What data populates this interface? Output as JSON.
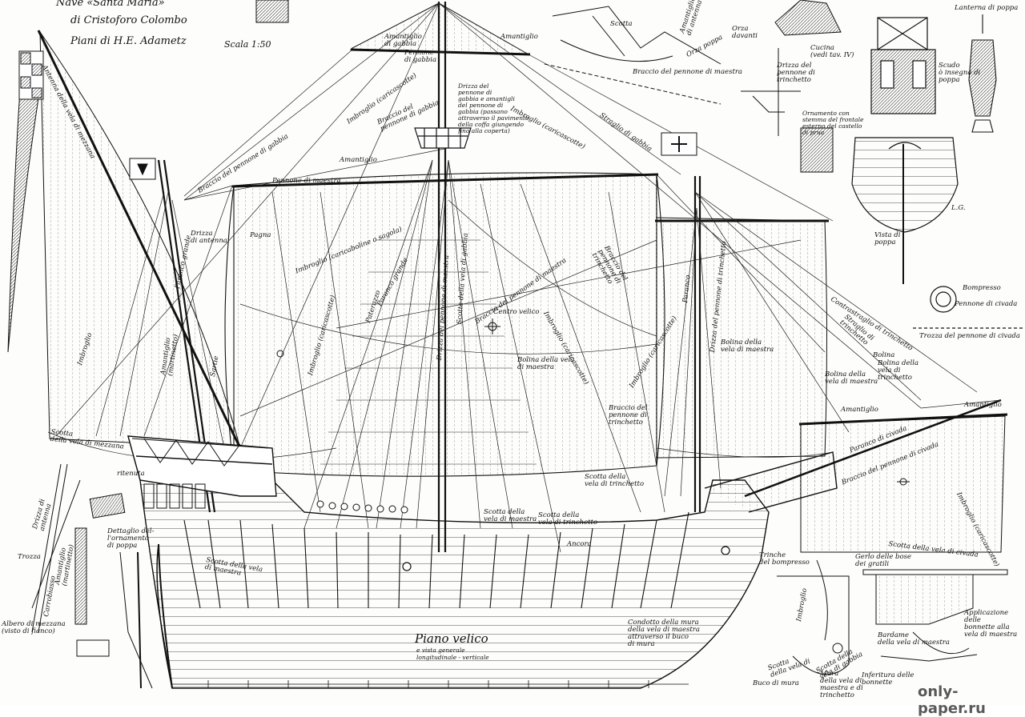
{
  "header": {
    "ship_name": "Nave «Santa Maria»",
    "author_line": "di Cristoforo Colombo",
    "plans_line": "Piani di H.E. Adametz",
    "scale": "Scala 1:50"
  },
  "main": {
    "title": "Piano velico",
    "subtitle": "e vista generale\nlongitudinale - verticale"
  },
  "labels": {
    "amantiglio_gabbia": "Amantiglio\ndi gabbia",
    "pennone_gabbia": "Pennone\ndi gabbia",
    "amantiglio_top": "Amantiglio",
    "imbroglio_carica_gabbia": "Imbroglio (caricascotte)",
    "braccio_pennone_gabbia_a": "Braccio del\npennone di gabbia",
    "drizza_pennone_gabbia": "Drizza del\npennone di\ngabbia e amantigli\ndel pennone di\ngabbia (passano\nattraverso il pavimento\ndella coffa giungendo\nfino alla coperta)",
    "imbroglio_carica_right": "Imbroglio (caricascotte)",
    "straglio_gabbia": "Straglio di gabbia",
    "antenna_vela_mezzana": "Antenna della vela di mezzana",
    "braccio_pennone_gabbia_b": "Braccio del pennone di gabbia",
    "amantiglio_mid": "Amantiglio",
    "pennone_maestra": "Pennone di maestra",
    "drizza_antenna": "Drizza\ndi antenna",
    "paranco_grande": "Paranco grande",
    "pagna": "Pagna",
    "imbroglio_carica_sx": "Imbroglio (caricaboline o sagola)",
    "imbroglio_left": "Imbroglio",
    "amantiglio_martinetto": "Amantiglio\n(martinetto)",
    "sartie": "Sartie",
    "imbroglio_carica_low": "Imbroglio (caricascotte)",
    "paterazzo": "Paterazzo",
    "paranco_grande_b": "Paranco grande",
    "drizza_pennone_maestra": "Drizza del pennone di maestra",
    "scotta_vela_gabbia": "Scotta della vela di gabbia",
    "braccio_pennone_maestra_a": "Braccio del pennone di maestra",
    "centro_velico": "Centro velico",
    "bolina_vela_maestra": "Bolina della vela\ndi maestra",
    "imbroglio_carica_mid": "Imbroglio (caricascotte)",
    "drizza_pennone_maestra_b": "Drizza del pennone di maestra",
    "braccio_pennone_trinchetto": "Braccio del\npennone di\ntrinchetto",
    "imbroglio_trinchetto": "Imbroglio (caricascotte)",
    "paranco": "Paranco",
    "drizza_trinchetto": "Drizza del pennone di trinchetto",
    "bolina_vela_maestra_b": "Bolina della\nvela di maestra",
    "contrastraglio_trinchetto": "Contrastraglio di trinchetto",
    "straglio_trinchetto": "Straglio di\ntrinchetto",
    "bolina": "Bolina",
    "bolina_vela_trinchetto": "Bolina della\nvela di\ntrinchetto",
    "bolina_vela_maestra_c": "Bolina della\nvela di maestra",
    "amantiglio_right": "Amantiglio",
    "amantiglio_fore": "Amantiglio",
    "scotta_vela_mezzana": "Scotta\ndella vela di mezzana",
    "ritenuta": "ritenuta",
    "braccio_pennone_trinchetto_b": "Braccio del\npennone di\ntrinchetto",
    "scotta_vela_maestra": "Scotta della vela\ndi maestra",
    "scotta_vela_maestra_b": "Scotta della\nvela di maestra",
    "scotta_vela_trinchetto": "Scotta della\nvela di trinchetto",
    "scotta_vela_trinchetto_b": "Scotta della\nvela di trinchetto",
    "ancora": "Ancora",
    "paranco_civada": "Paranco di civada",
    "braccio_pennone_civada": "Braccio del pennone di civada",
    "imbroglio_civada": "Imbroglio (caricascotte)",
    "scotta_vela_civada": "Scotta della vela di civada",
    "trinche_bompresso": "Trinche\ndel bompresso",
    "albero_mezzana": "Albero di mezzana\n(visto di fianco)",
    "drizza_antenna_b": "Drizza di\nantenna",
    "trozza": "Trozza",
    "amantiglio_martinetto_b": "Amantiglio\n(martinetto)",
    "carrobiasso": "Carrobiasso",
    "dettaglio_poppa": "Dettaglio del-\nl'ornamento\ndi poppa",
    "condotto_mura": "Condotto della mura\ndella vela di maestra\nattraverso il buco\ndi mura",
    "scotta_top": "Scotta",
    "braccio_pennone_maestra_top": "Braccio del pennone di maestra",
    "orza_poppa": "Orza poppa",
    "orza_davanti": "Orza\ndavanti",
    "amantiglio_antenna": "Amantiglio\ndi antenna",
    "drizza_pennone_trinchetto": "Drizza del\npennone di\ntrinchetto",
    "cucina": "Cucina\n(vedi tav. IV)",
    "ornamento_stemma": "Ornamento con\nstemma del frontale\nesterno del castello\ndi prua",
    "lanterna_poppa": "Lanterna di poppa",
    "scudo_insegna": "Scudo\nò insegna di\npoppa",
    "vista_poppa": "Vista di\npoppa",
    "lg": "L.G.",
    "bompresso": "Bompresso",
    "pennone_civada": "Pennone di civada",
    "trozza_pennone_civada": "Trozza del pennone di civada",
    "gerlo_bose": "Gerlo delle bose\ndei gratili",
    "applicazione_bonnette": "Applicazione delle\nbonnette alla\nvela di maestra",
    "bardame": "Bardame\ndella vela di maestra",
    "inferitura_bonnette": "Inferitura delle\nbonnette",
    "imbroglio_small": "Imbroglio",
    "scotta_vela_gabbia_small": "Scotta della\nvela di gabbia",
    "buco_mura": "Buco di mura",
    "mura_vela": "Mura\ndella vela di\nmaestra e di\ntrinchetto",
    "scotta_small": "Scotta\ndella vela di"
  },
  "watermark": "only-paper.ru",
  "colors": {
    "ink": "#111111",
    "paper": "#fdfdfb"
  }
}
